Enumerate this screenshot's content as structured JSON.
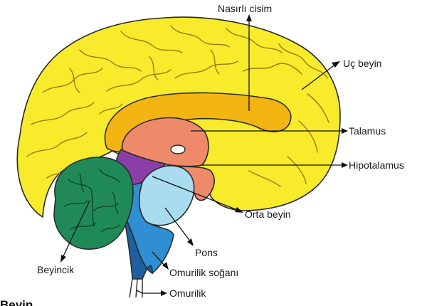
{
  "colors": {
    "cerebrum": "#f7eb2c",
    "corpus_callosum": "#f2b512",
    "thalamus": "#ee8a6a",
    "hypothalamus": "#ee8a6a",
    "midbrain": "#8b3fa6",
    "pons": "#a9dcef",
    "medulla": "#2f8fd2",
    "spinal_cord": "#1e5fa0",
    "cerebellum": "#1f8a58",
    "outline": "#2a2a2a"
  },
  "labels": {
    "corpus_callosum": "Nasırlı cisim",
    "cerebrum": "Uç beyin",
    "thalamus": "Talamus",
    "hypothalamus": "Hipotalamus",
    "midbrain": "Orta beyin",
    "pons": "Pons",
    "medulla": "Omurilik soğanı",
    "spinal_cord": "Omurilik",
    "cerebellum": "Beyincik"
  },
  "heading": "Beyin"
}
